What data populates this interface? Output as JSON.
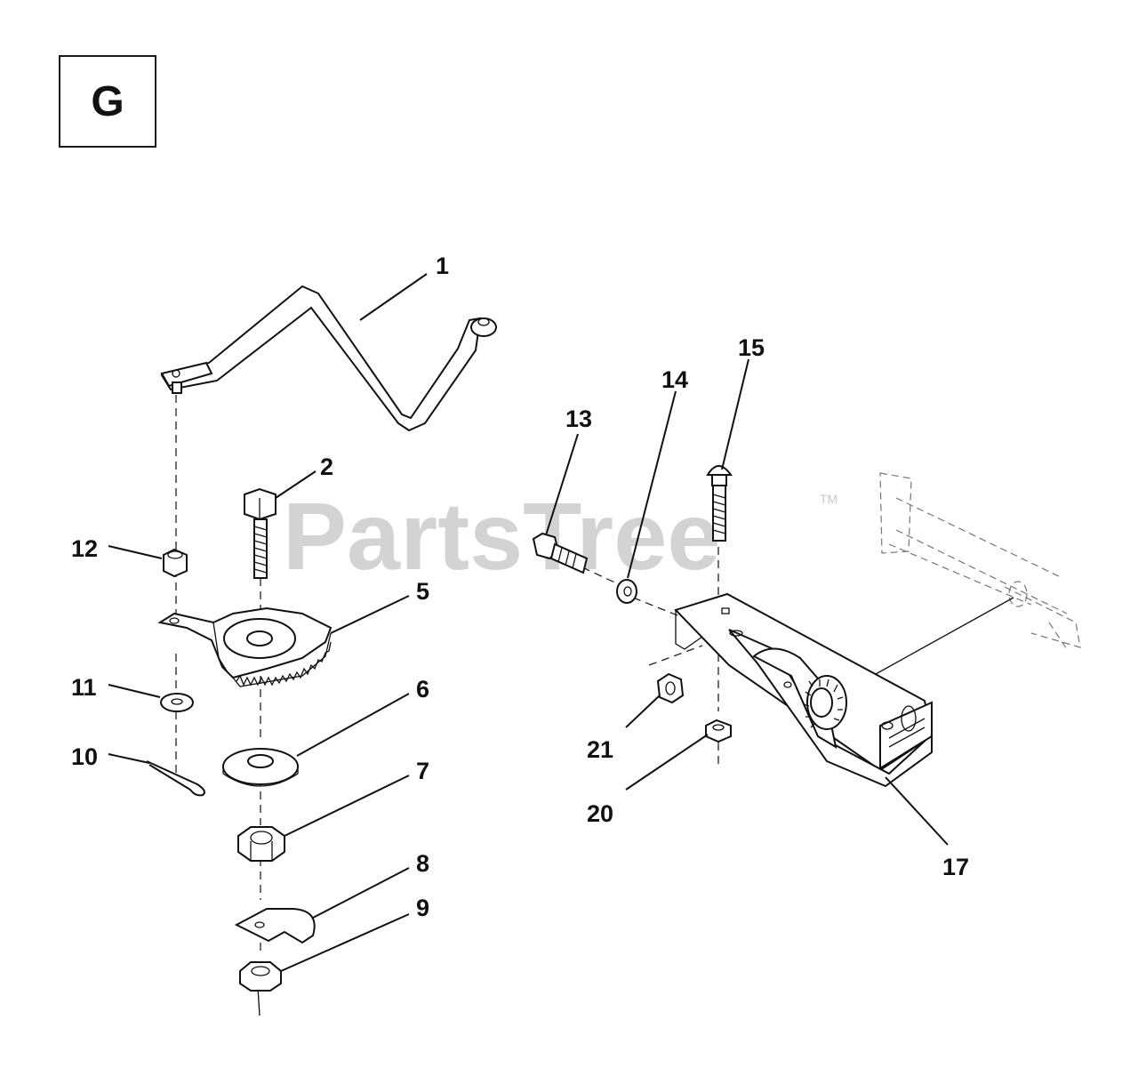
{
  "section": {
    "letter": "G"
  },
  "watermark": {
    "text": "PartsTree",
    "trademark": "TM"
  },
  "callouts": {
    "c1": "1",
    "c2": "2",
    "c5": "5",
    "c6": "6",
    "c7": "7",
    "c8": "8",
    "c9": "9",
    "c10": "10",
    "c11": "11",
    "c12": "12",
    "c13": "13",
    "c14": "14",
    "c15": "15",
    "c17": "17",
    "c20": "20",
    "c21": "21"
  }
}
